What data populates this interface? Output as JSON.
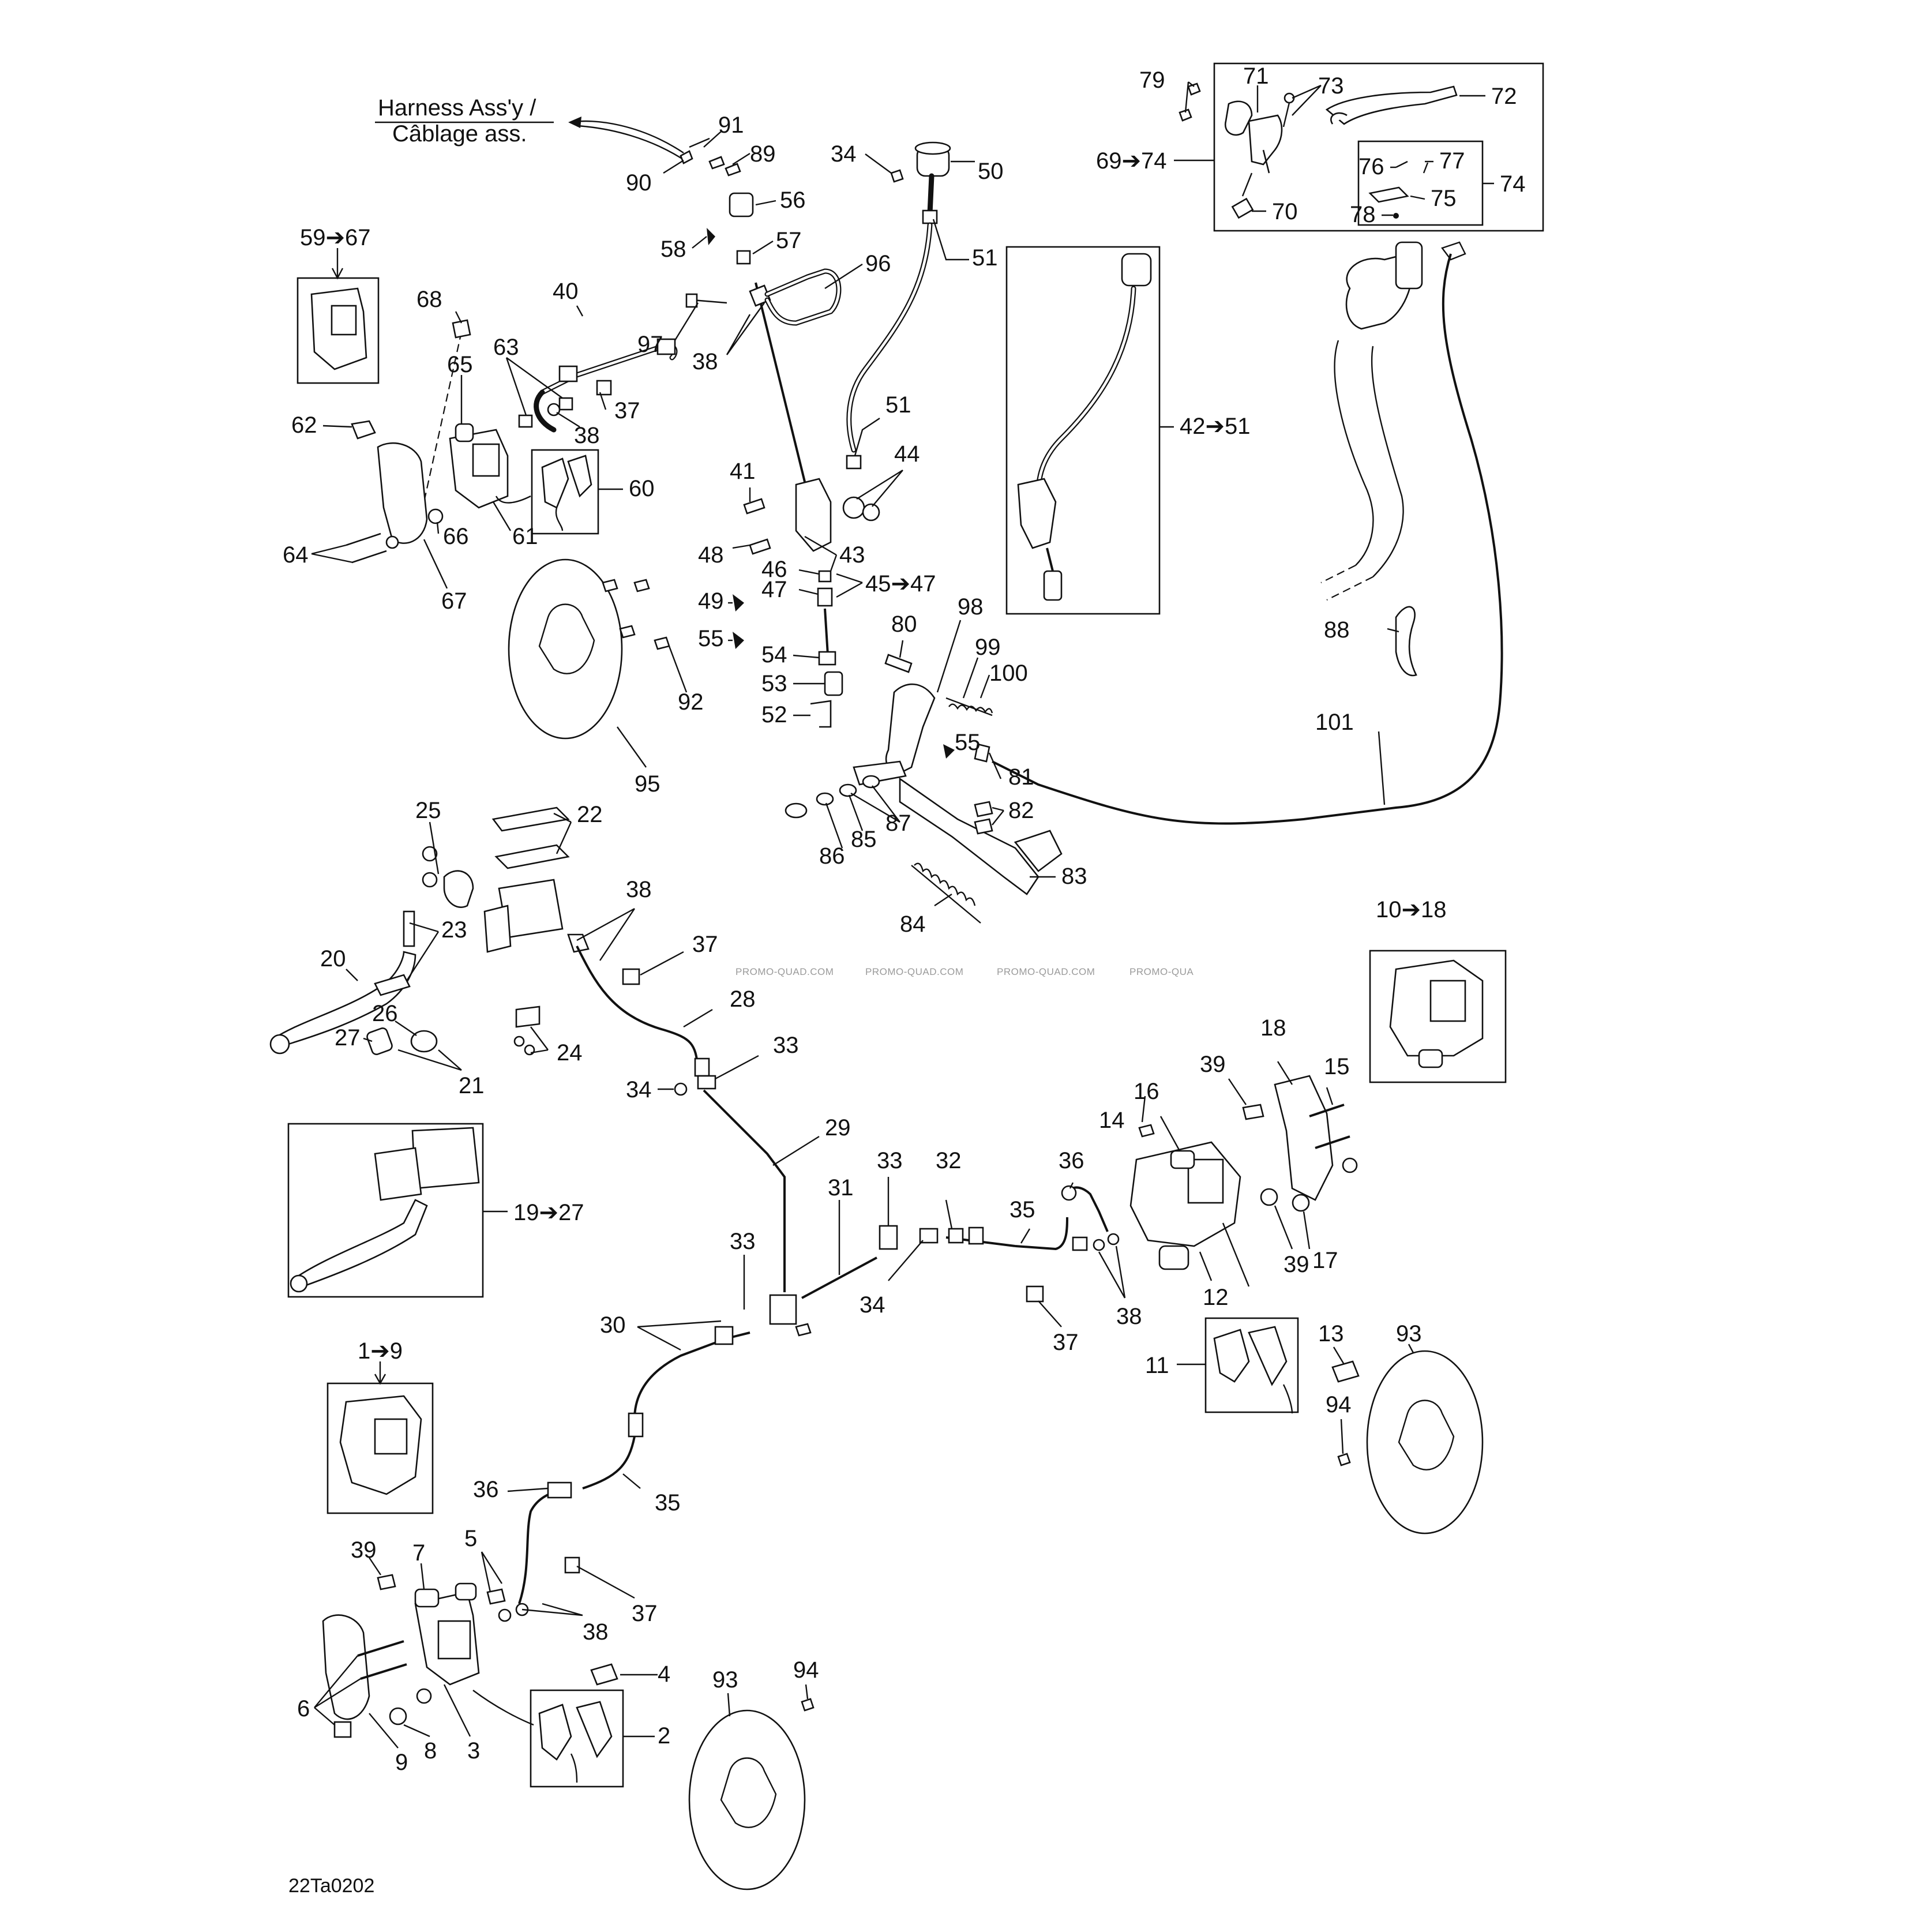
{
  "diagram": {
    "drawing_code": "22Ta0202",
    "harness_label_en": "Harness Ass'y /",
    "harness_label_fr": "Câblage ass.",
    "watermarks": [
      "PROMO-QUAD.COM",
      "PROMO-QUAD.COM",
      "PROMO-QUAD.COM",
      "PROMO-QUA"
    ],
    "callouts": {
      "c1": "1➔9",
      "c2": "2",
      "c3": "3",
      "c4": "4",
      "c5": "5",
      "c6": "6",
      "c7": "7",
      "c8": "8",
      "c9": "9",
      "c10": "10➔18",
      "c11": "11",
      "c12": "12",
      "c13": "13",
      "c14": "14",
      "c15": "15",
      "c16": "16",
      "c17": "17",
      "c18": "18",
      "c19": "19➔27",
      "c20": "20",
      "c21": "21",
      "c22": "22",
      "c23": "23",
      "c24": "24",
      "c25": "25",
      "c26": "26",
      "c27": "27",
      "c28": "28",
      "c29": "29",
      "c30": "30",
      "c31": "31",
      "c32": "32",
      "c33a": "33",
      "c33b": "33",
      "c33c": "33",
      "c34a": "34",
      "c34b": "34",
      "c34c": "34",
      "c35a": "35",
      "c35b": "35",
      "c36a": "36",
      "c36b": "36",
      "c37a": "37",
      "c37b": "37",
      "c37c": "37",
      "c37d": "37",
      "c38a": "38",
      "c38b": "38",
      "c38c": "38",
      "c38d": "38",
      "c38e": "38",
      "c39a": "39",
      "c39b": "39",
      "c39c": "39",
      "c40": "40",
      "c41": "41",
      "c42": "42➔51",
      "c43": "43",
      "c44": "44",
      "c45": "45➔47",
      "c46": "46",
      "c47": "47",
      "c48": "48",
      "c49": "49",
      "c50": "50",
      "c51a": "51",
      "c51b": "51",
      "c52": "52",
      "c53": "53",
      "c54": "54",
      "c55a": "55",
      "c55b": "55",
      "c56": "56",
      "c57": "57",
      "c58": "58",
      "c59": "59➔67",
      "c60": "60",
      "c61": "61",
      "c62": "62",
      "c63": "63",
      "c64": "64",
      "c65": "65",
      "c66": "66",
      "c67": "67",
      "c68": "68",
      "c69": "69➔74",
      "c70": "70",
      "c71": "71",
      "c72": "72",
      "c73": "73",
      "c74": "74",
      "c75": "75",
      "c76": "76",
      "c77": "77",
      "c78": "78",
      "c79": "79",
      "c80": "80",
      "c81": "81",
      "c82": "82",
      "c83": "83",
      "c84": "84",
      "c85": "85",
      "c86": "86",
      "c87": "87",
      "c88": "88",
      "c89": "89",
      "c90": "90",
      "c91": "91",
      "c92": "92",
      "c93a": "93",
      "c93b": "93",
      "c94a": "94",
      "c94b": "94",
      "c95": "95",
      "c96": "96",
      "c97": "97",
      "c98": "98",
      "c99": "99",
      "c100": "100",
      "c101": "101"
    }
  }
}
